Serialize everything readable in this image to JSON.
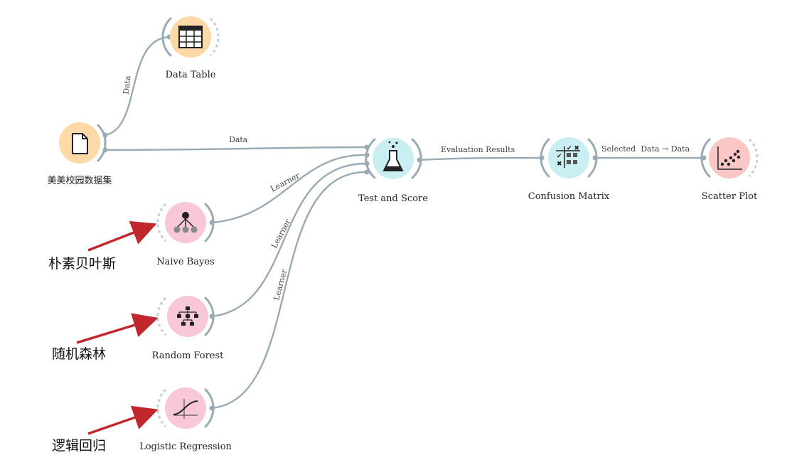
{
  "nodes": {
    "dataset": {
      "label": "美美校园数据集",
      "icon": "file-icon",
      "color": "#fdd9a8"
    },
    "data_table": {
      "label": "Data Table",
      "icon": "table-icon",
      "color": "#fdd9a8"
    },
    "test_score": {
      "label": "Test and Score",
      "icon": "flask-icon",
      "color": "#c9eff2"
    },
    "confusion": {
      "label": "Confusion Matrix",
      "icon": "confusion-matrix-icon",
      "color": "#c9eff2"
    },
    "scatter": {
      "label": "Scatter Plot",
      "icon": "scatter-plot-icon",
      "color": "#fbc6c6"
    },
    "naive_bayes": {
      "label": "Naive Bayes",
      "icon": "naive-bayes-icon",
      "color": "#f8c8d8"
    },
    "random_forest": {
      "label": "Random Forest",
      "icon": "random-forest-icon",
      "color": "#f8c8d8"
    },
    "logreg": {
      "label": "Logistic Regression",
      "icon": "logistic-curve-icon",
      "color": "#f8c8d8"
    }
  },
  "edges": {
    "dataset_to_table": "Data",
    "dataset_to_test": "Data",
    "nb_to_test": "Learner",
    "rf_to_test": "Learner",
    "lr_to_test": "Learner",
    "test_to_confusion": "Evaluation Results",
    "confusion_to_scatter": "Selected  Data → Data"
  },
  "annotations": {
    "naive_bayes": "朴素贝叶斯",
    "random_forest": "随机森林",
    "logreg": "逻辑回归"
  },
  "colors": {
    "edge": "#9aaab3",
    "arrow": "#c0282d"
  }
}
